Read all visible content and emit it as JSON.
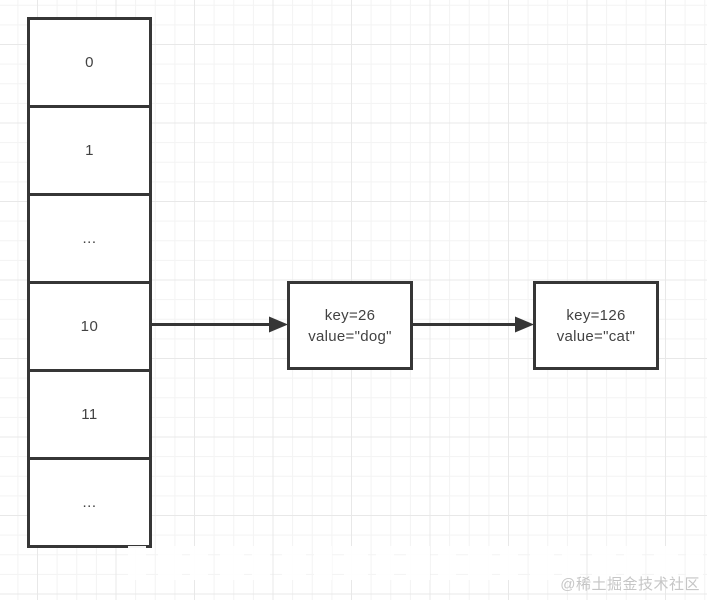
{
  "diagram": {
    "type": "hash-table-with-chaining",
    "array": {
      "cells": [
        {
          "label": "0"
        },
        {
          "label": "1"
        },
        {
          "label": "..."
        },
        {
          "label": "10"
        },
        {
          "label": "11"
        },
        {
          "label": "..."
        }
      ]
    },
    "nodes": [
      {
        "line1": "key=26",
        "line2": "value=\"dog\""
      },
      {
        "line1": "key=126",
        "line2": "value=\"cat\""
      }
    ],
    "links": [
      {
        "from": "array-cell-10",
        "to": "node-1"
      },
      {
        "from": "node-1",
        "to": "node-2"
      }
    ],
    "colors": {
      "shape_border": "#363636",
      "shape_text": "#424242",
      "grid_minor": "#f3f3f3",
      "grid_major": "#e8e8e8",
      "watermark_text": "#c6c6c6",
      "background": "#ffffff"
    }
  },
  "watermark": {
    "label": "@稀土掘金技术社区"
  }
}
